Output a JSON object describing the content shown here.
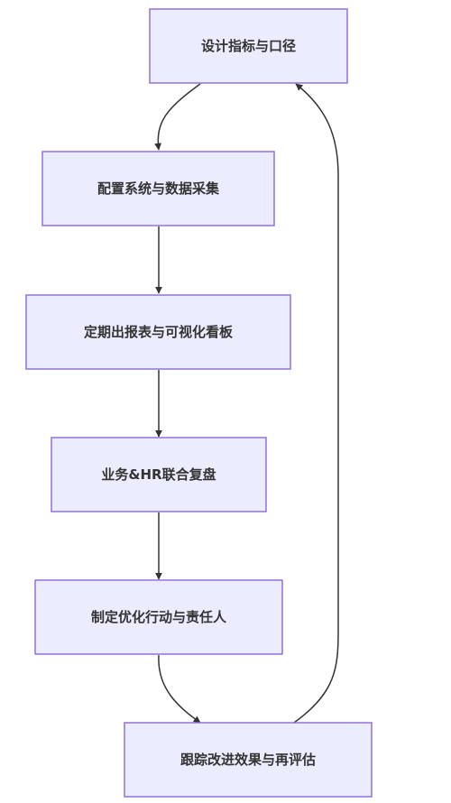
{
  "flowchart": {
    "nodes": {
      "design": "设计指标与口径",
      "configure": "配置系统与数据采集",
      "report": "定期出报表与可视化看板",
      "review": "业务&HR联合复盘",
      "action": "制定优化行动与责任人",
      "track": "跟踪改进效果与再评估"
    }
  }
}
